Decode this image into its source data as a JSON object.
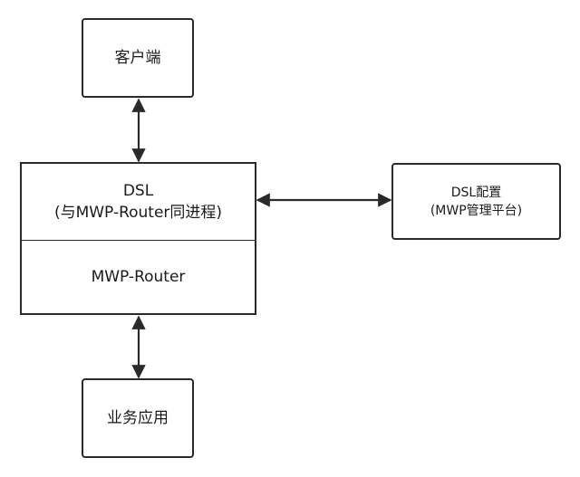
{
  "nodes": {
    "client": {
      "label": "客户端"
    },
    "dsl": {
      "title": "DSL",
      "subtitle": "(与MWP-Router同进程)"
    },
    "router": {
      "label": "MWP-Router"
    },
    "business": {
      "label": "业务应用"
    },
    "dsl_config": {
      "title": "DSL配置",
      "subtitle": "(MWP管理平台)"
    }
  },
  "colors": {
    "stroke": "#2a2a2a",
    "background": "#ffffff",
    "text": "#1a1a1a"
  }
}
